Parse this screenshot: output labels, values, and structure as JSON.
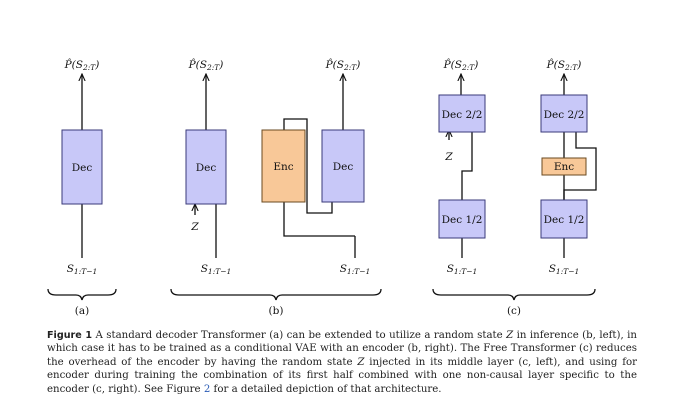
{
  "colors": {
    "dec_fill": "#c8c8f8",
    "dec_stroke": "#3a3a7a",
    "enc_fill": "#f8c898",
    "enc_stroke": "#6a4a20",
    "ink": "#111111",
    "ref_link": "#2a5bb5"
  },
  "figure": {
    "output": {
      "base": "P̂(S",
      "sub": "2:T",
      "close": ")"
    },
    "input": {
      "base": "S",
      "sub": "1:T−1"
    },
    "latent": "Z",
    "dec": "Dec",
    "enc": "Enc",
    "dec_lower": "Dec 1/2",
    "dec_upper": "Dec 2/2",
    "panel_a": "(a)",
    "panel_b": "(b)",
    "panel_c": "(c)"
  },
  "caption": {
    "label": "Figure 1",
    "p1": "A standard decoder Transformer (a) can be extended to utilize a random state ",
    "z1": "Z",
    "p2": " in inference (b, left), in which case it has to be trained as a conditional VAE with an encoder (b, right). The Free Transformer (c) reduces the overhead of the encoder by having the random state ",
    "z2": "Z",
    "p3": " injected in its middle layer (c, left), and using for encoder during training the combination of its first half combined with one non-causal layer specific to the encoder (c, right). See Figure ",
    "ref": "2",
    "p4": " for a detailed depiction of that architecture."
  }
}
